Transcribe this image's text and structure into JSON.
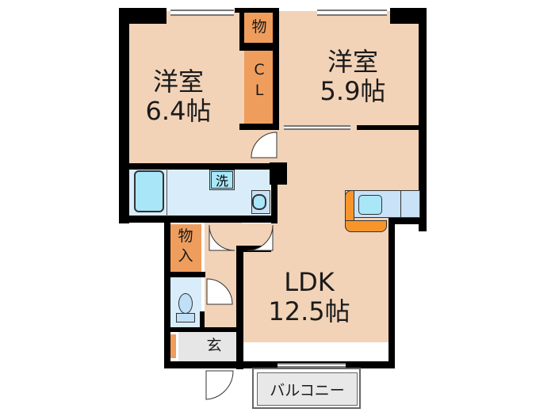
{
  "floor_plan": {
    "rooms": [
      {
        "id": "western-room-1",
        "name": "洋室",
        "size": "6.4帖"
      },
      {
        "id": "western-room-2",
        "name": "洋室",
        "size": "5.9帖"
      },
      {
        "id": "ldk",
        "name": "LDK",
        "size": "12.5帖"
      }
    ],
    "storage": {
      "mono": "物",
      "cl_c": "C",
      "cl_l": "L",
      "monoire_1": "物",
      "monoire_2": "入"
    },
    "utility": {
      "washer": "洗",
      "entrance": "玄",
      "balcony": "バルコニー"
    },
    "colors": {
      "floor": "#f2d3b8",
      "closet": "#ef9d5d",
      "wet_area": "#d9ecfa",
      "fixture": "#a9e6f8",
      "kitchen_counter": "#f7952b",
      "wall": "#000000"
    }
  }
}
